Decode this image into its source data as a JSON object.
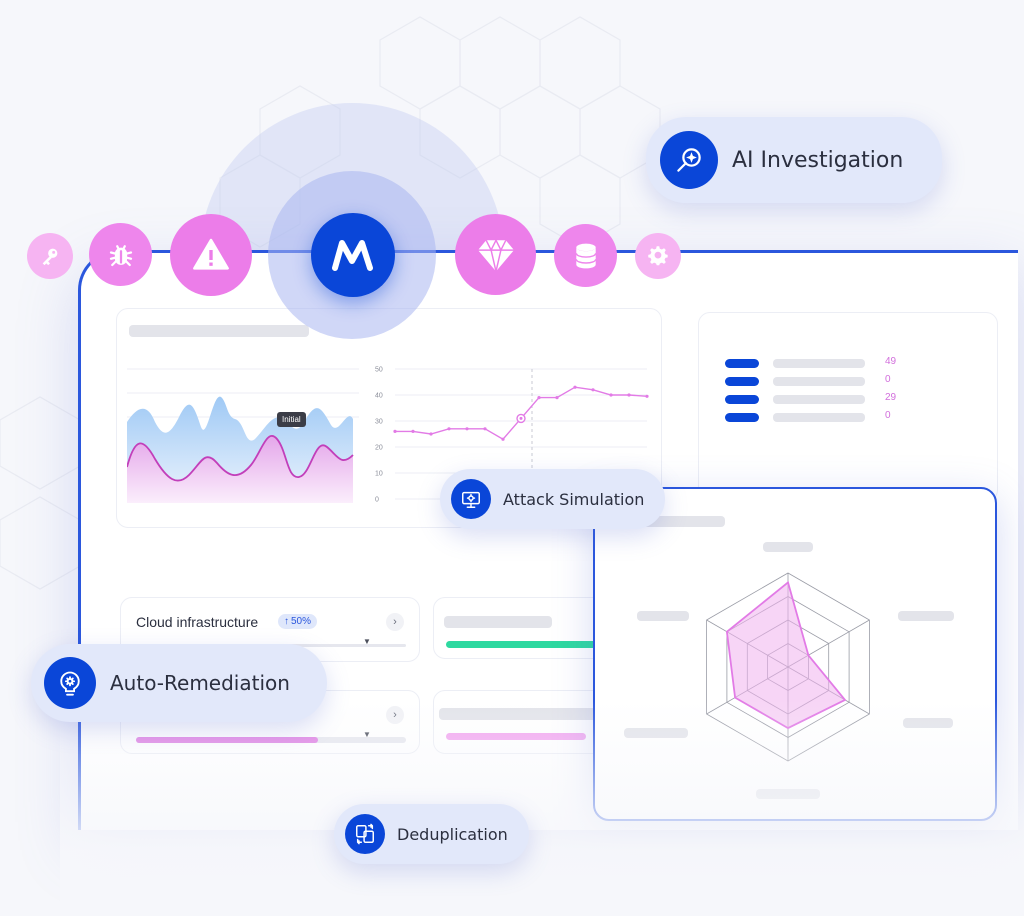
{
  "pills": {
    "ai_investigation": "AI Investigation",
    "attack_simulation": "Attack Simulation",
    "auto_remediation": "Auto-Remediation",
    "deduplication": "Deduplication"
  },
  "logo_letter": "M",
  "icons": [
    "key-icon",
    "bug-icon",
    "warning-icon",
    "logo-icon",
    "diamond-icon",
    "database-icon",
    "gear-icon"
  ],
  "chart_tooltip": "Initial",
  "line_chart": {
    "type": "line",
    "y_ticks": [
      "0",
      "10",
      "20",
      "30",
      "40",
      "50"
    ],
    "ylim": [
      0,
      50
    ],
    "values": [
      26,
      26,
      25,
      27,
      27,
      27,
      23,
      31,
      39,
      39,
      43,
      42,
      40,
      40,
      39.5
    ],
    "highlight_index": 7,
    "color": "#e27be6"
  },
  "stats": {
    "values": [
      "49",
      "0",
      "29",
      "0"
    ]
  },
  "cloud_card": {
    "title": "Cloud infrastructure",
    "badge": "50%"
  },
  "radar_chart": {
    "type": "radar",
    "axes_count": 6,
    "rings": 4,
    "values": [
      0.9,
      0.25,
      0.7,
      0.65,
      0.65,
      0.75
    ],
    "fill_color": "#f1b3ef",
    "stroke_color": "#e27be6"
  },
  "colors": {
    "accent": "#0a46d8",
    "pink": "#ee86ec",
    "green": "#2ed9a0",
    "frame": "#2b57dd"
  }
}
